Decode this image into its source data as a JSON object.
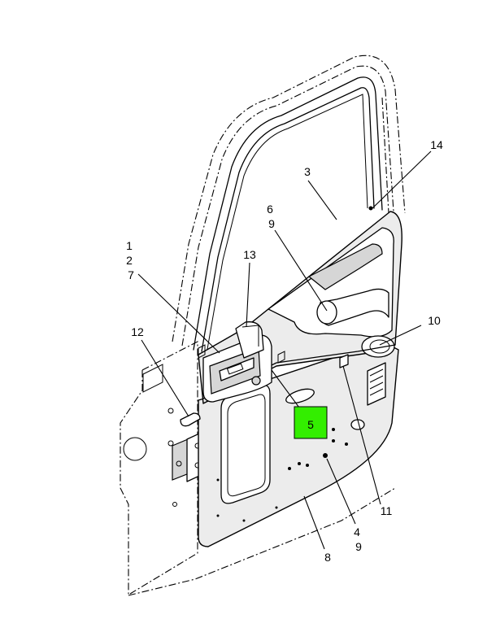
{
  "diagram": {
    "highlight_color": "#33ee00",
    "callouts": [
      {
        "id": "c1",
        "lines": [
          "1",
          "2",
          "7"
        ]
      },
      {
        "id": "c3",
        "lines": [
          "3"
        ]
      },
      {
        "id": "c4",
        "lines": [
          "4",
          "9"
        ]
      },
      {
        "id": "c5",
        "lines": [
          "5"
        ]
      },
      {
        "id": "c6",
        "lines": [
          "6",
          "9"
        ]
      },
      {
        "id": "c8",
        "lines": [
          "8"
        ]
      },
      {
        "id": "c10",
        "lines": [
          "10"
        ]
      },
      {
        "id": "c11",
        "lines": [
          "11"
        ]
      },
      {
        "id": "c12",
        "lines": [
          "12"
        ]
      },
      {
        "id": "c13",
        "lines": [
          "13"
        ]
      },
      {
        "id": "c14",
        "lines": [
          "14"
        ]
      }
    ]
  }
}
